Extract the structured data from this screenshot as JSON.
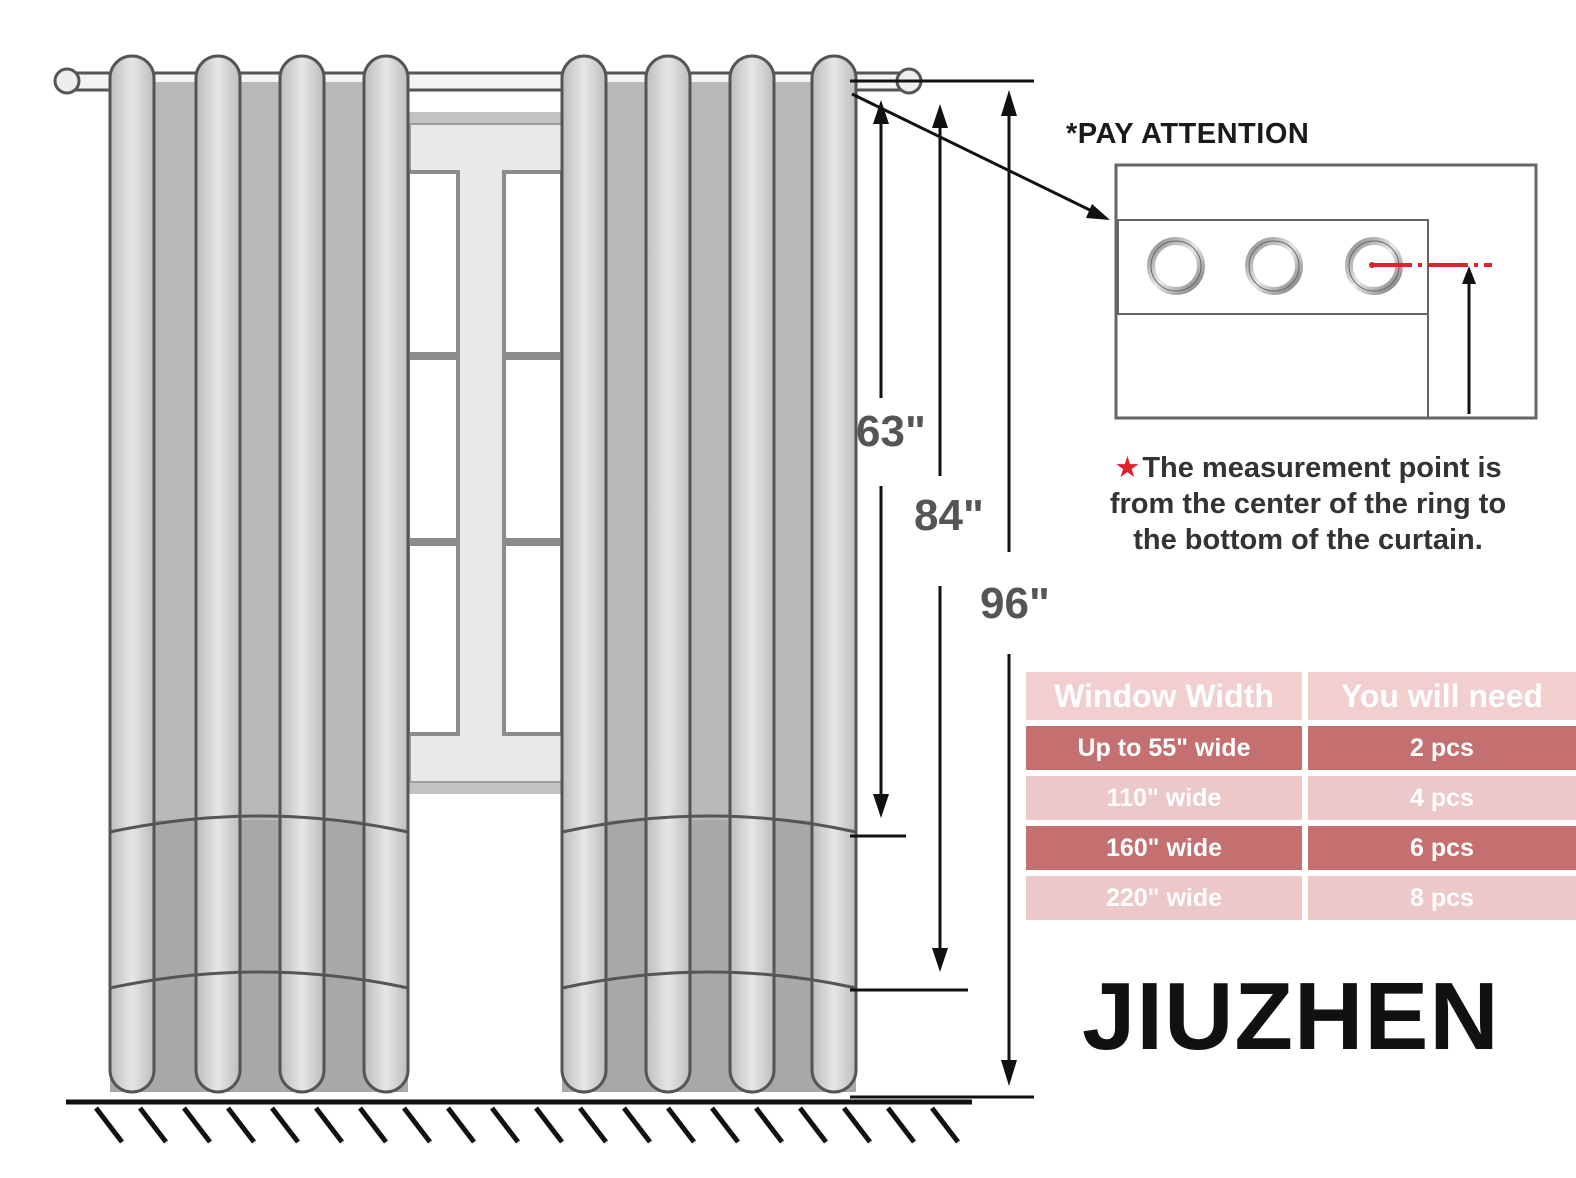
{
  "dimensions": [
    {
      "label": "63\"",
      "value": 63
    },
    {
      "label": "84\"",
      "value": 84
    },
    {
      "label": "96\"",
      "value": 96
    }
  ],
  "attention": {
    "title": "*PAY ATTENTION",
    "note_star": "★",
    "note_text": "The measurement point is from the center of the ring to the bottom of the curtain."
  },
  "table": {
    "headers": [
      "Window Width",
      "You will need"
    ],
    "rows": [
      {
        "width": "Up to 55\" wide",
        "need": "2 pcs"
      },
      {
        "width": "110\" wide",
        "need": "4 pcs"
      },
      {
        "width": "160\" wide",
        "need": "6 pcs"
      },
      {
        "width": "220\" wide",
        "need": "8 pcs"
      }
    ]
  },
  "brand": "JIUZHEN",
  "colors": {
    "marker_red": "#e0202a",
    "table_dark": "#c47070",
    "table_light": "#ecc8c8",
    "curtain_gray": "#c8c8c8"
  }
}
